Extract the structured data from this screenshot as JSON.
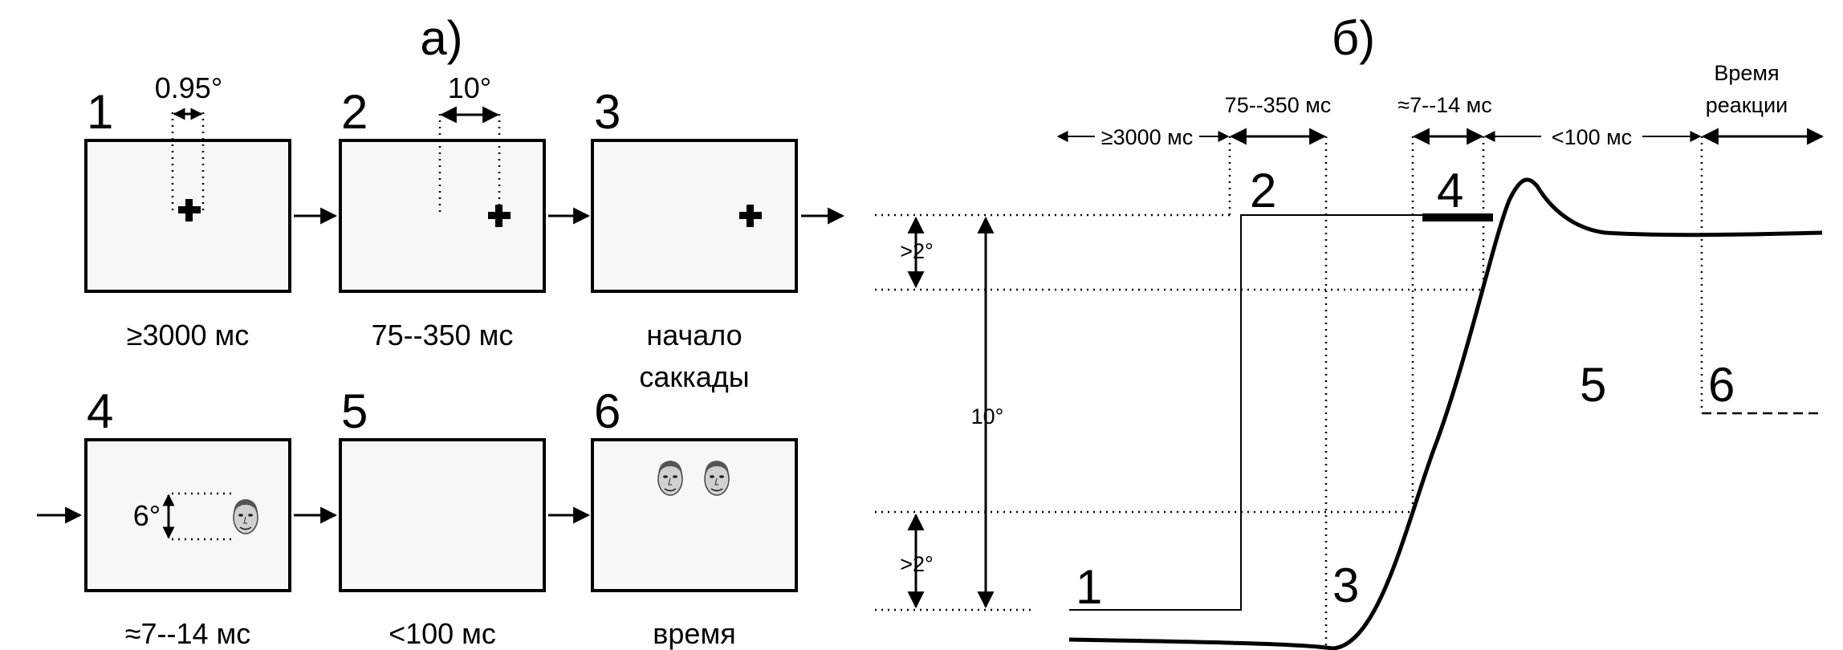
{
  "panel_a": {
    "label": "а)",
    "frames": [
      {
        "number": "1",
        "caption": "≥3000 мс",
        "measure": "0.95°"
      },
      {
        "number": "2",
        "caption": "75--350 мс",
        "measure": "10°"
      },
      {
        "number": "3",
        "caption_line1": "начало",
        "caption_line2": "саккады"
      },
      {
        "number": "4",
        "caption": "≈7--14 мс",
        "measure": "6°"
      },
      {
        "number": "5",
        "caption": "<100 мс"
      },
      {
        "number": "6",
        "caption": "время"
      }
    ]
  },
  "panel_b": {
    "label": "б)",
    "durations": {
      "d1": "≥3000 мс",
      "d2": "75--350 мс",
      "d3": "≈7--14 мс",
      "d4": "<100 мс",
      "d5_line1": "Время",
      "d5_line2": "реакции"
    },
    "amplitude": "10°",
    "threshold_top": ">2°",
    "threshold_bottom": ">2°",
    "phases": [
      "1",
      "2",
      "3",
      "4",
      "5",
      "6"
    ]
  }
}
